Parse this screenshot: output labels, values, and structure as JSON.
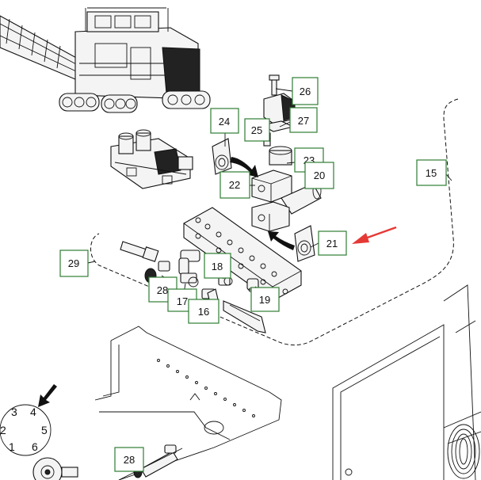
{
  "callouts": [
    {
      "id": "c26",
      "label": "26"
    },
    {
      "id": "c24",
      "label": "24"
    },
    {
      "id": "c25",
      "label": "25"
    },
    {
      "id": "c27",
      "label": "27"
    },
    {
      "id": "c23",
      "label": "23"
    },
    {
      "id": "c20",
      "label": "20"
    },
    {
      "id": "c22",
      "label": "22"
    },
    {
      "id": "c15",
      "label": "15"
    },
    {
      "id": "c21",
      "label": "21"
    },
    {
      "id": "c29",
      "label": "29"
    },
    {
      "id": "c18",
      "label": "18"
    },
    {
      "id": "c28a",
      "label": "28"
    },
    {
      "id": "c17",
      "label": "17"
    },
    {
      "id": "c19",
      "label": "19"
    },
    {
      "id": "c16",
      "label": "16"
    },
    {
      "id": "c28b",
      "label": "28"
    }
  ],
  "connector_pins": [
    "1",
    "2",
    "3",
    "4",
    "5",
    "6"
  ],
  "colors": {
    "callout_border": "#2e7d32",
    "highlight_arrow": "#e53935",
    "line": "#111111"
  }
}
